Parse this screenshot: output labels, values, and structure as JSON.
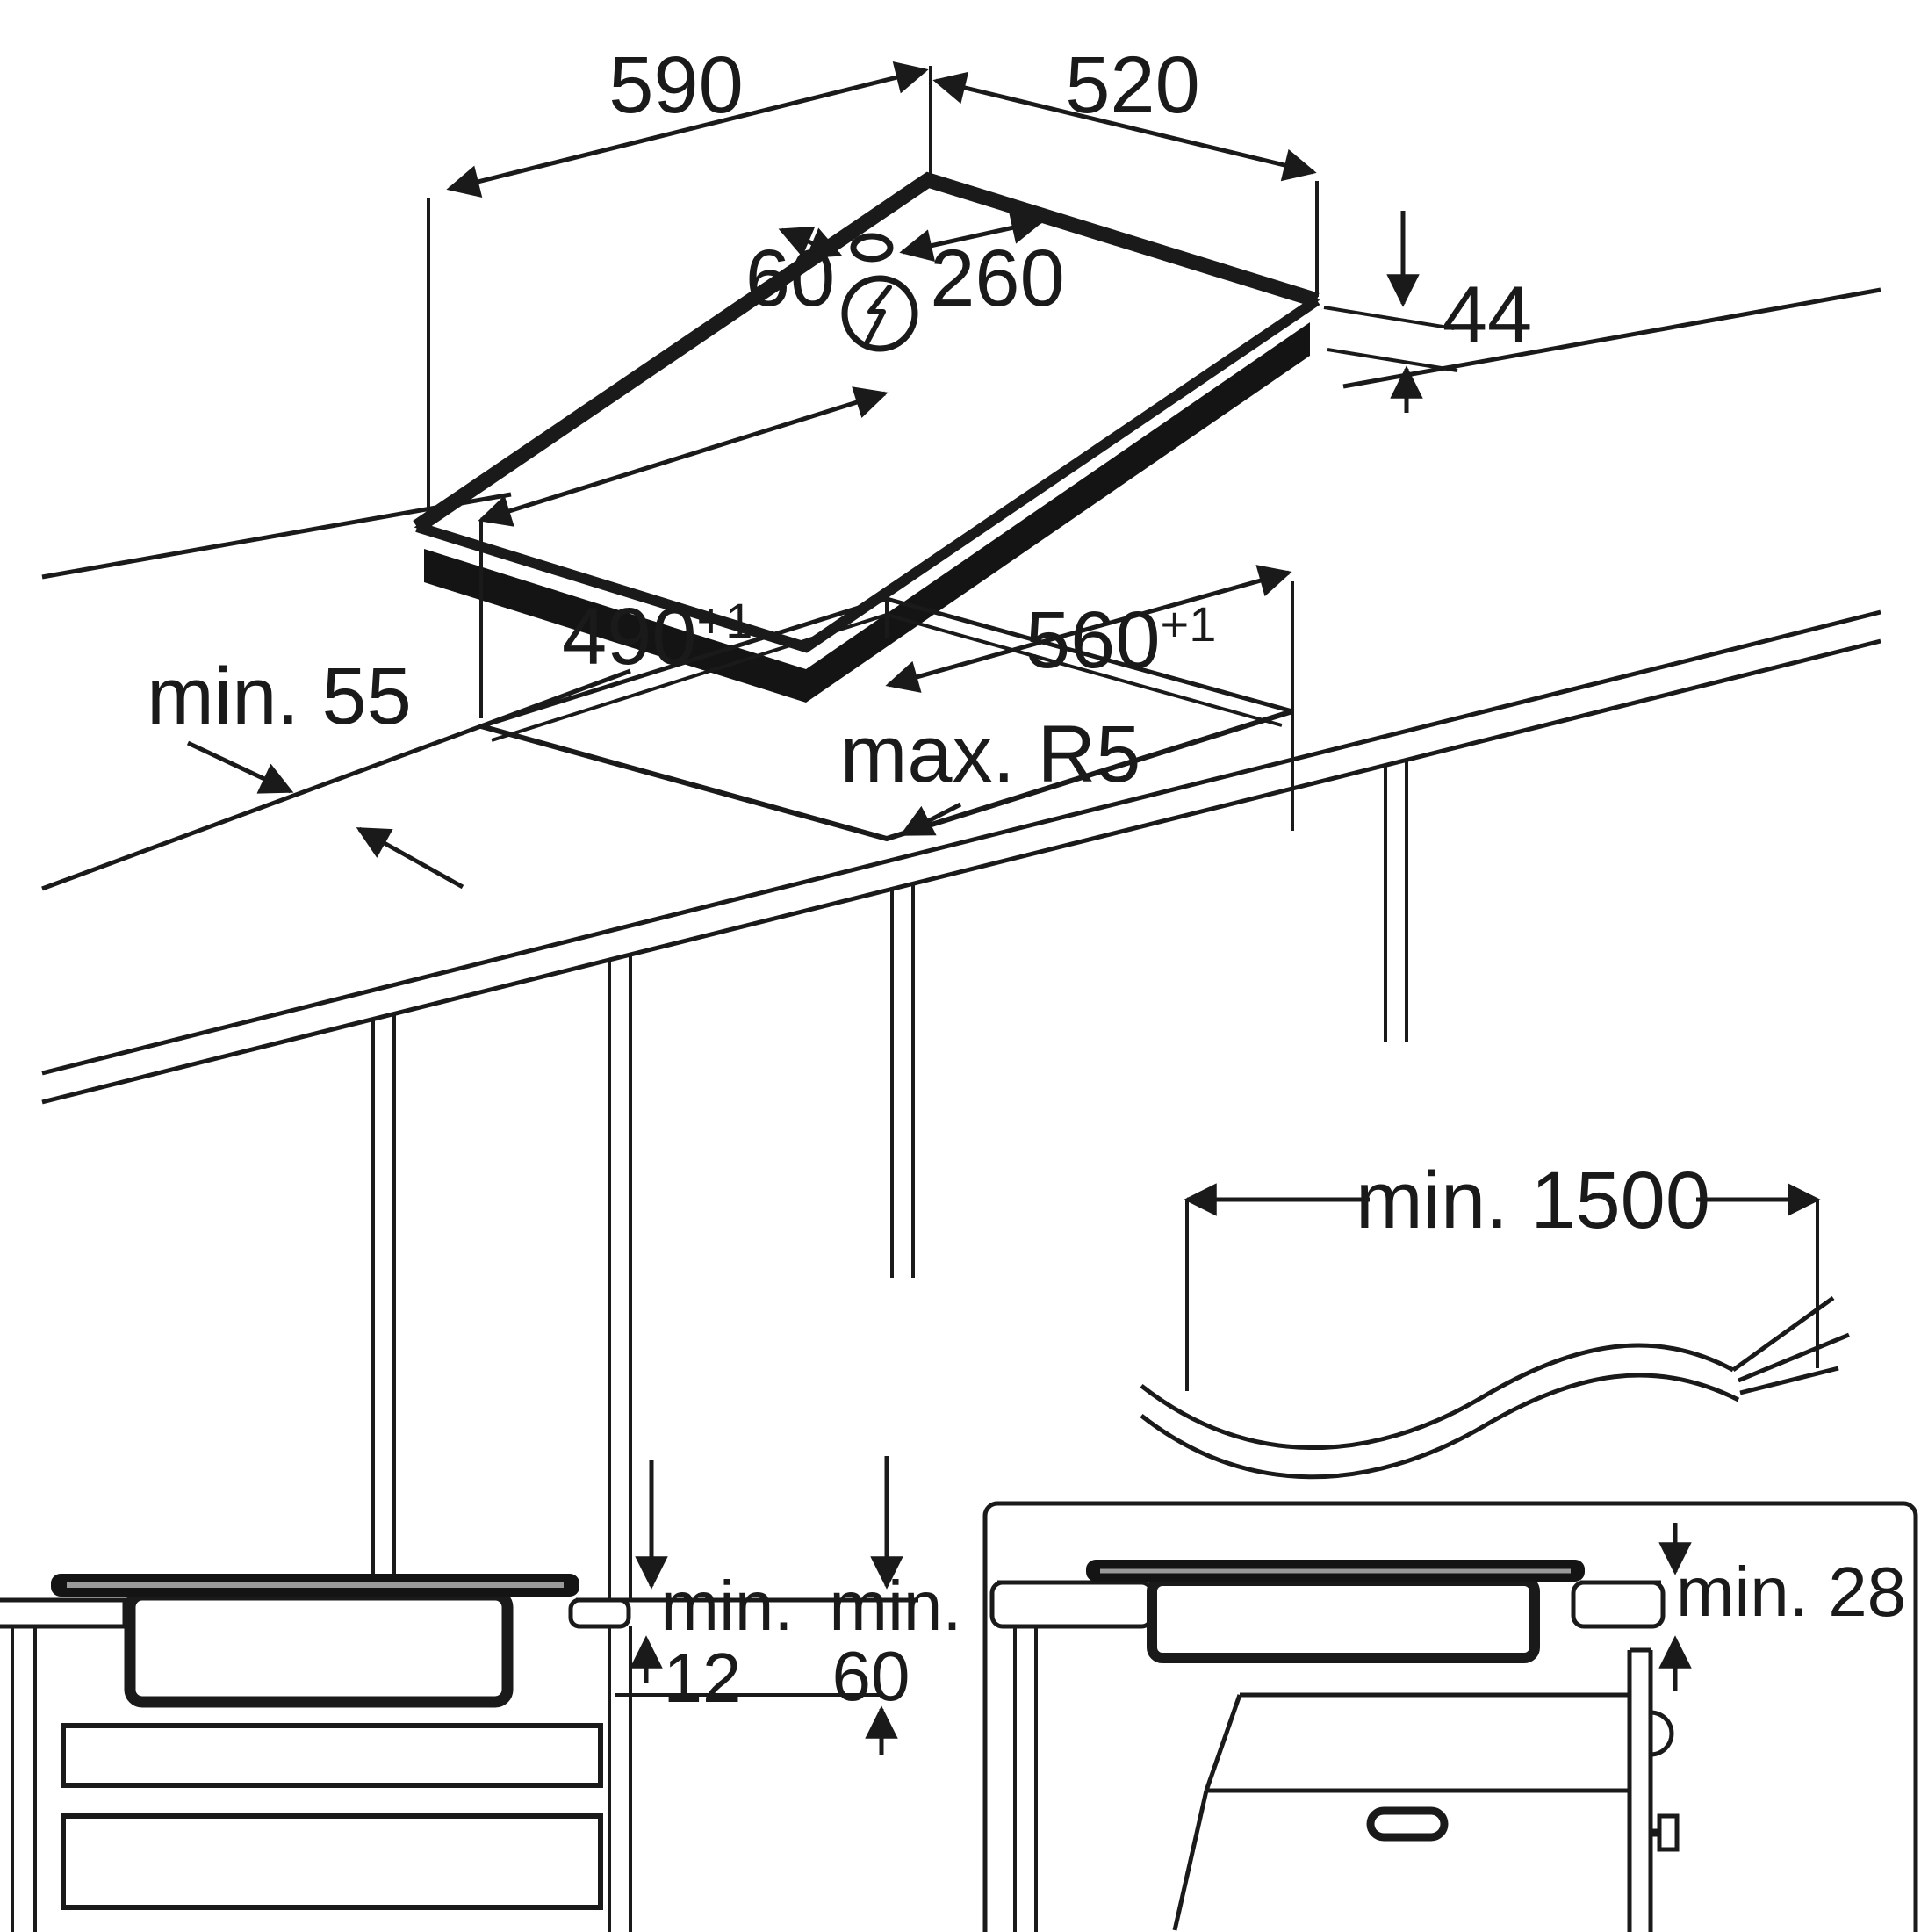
{
  "hob": {
    "width": "590",
    "depth": "520",
    "hole_offset_left": "60",
    "hole_offset_right": "260",
    "thickness": "44",
    "power_symbol": "lightning-in-circle"
  },
  "cutout": {
    "front_clearance": "min. 55",
    "depth": "490",
    "depth_tolerance": "+1",
    "width": "560",
    "width_tolerance": "+1",
    "corner_radius": "max. R5"
  },
  "cable": {
    "min_length": "min. 1500"
  },
  "drawer_section": {
    "panel_label": "min.",
    "panel_value": "12",
    "clearance_label": "min.",
    "clearance_value": "60"
  },
  "oven_section": {
    "clearance": "min. 28"
  },
  "colors": {
    "line": "#1a1a1a",
    "glass_highlight": "#9a9a9a",
    "background": "#ffffff"
  }
}
